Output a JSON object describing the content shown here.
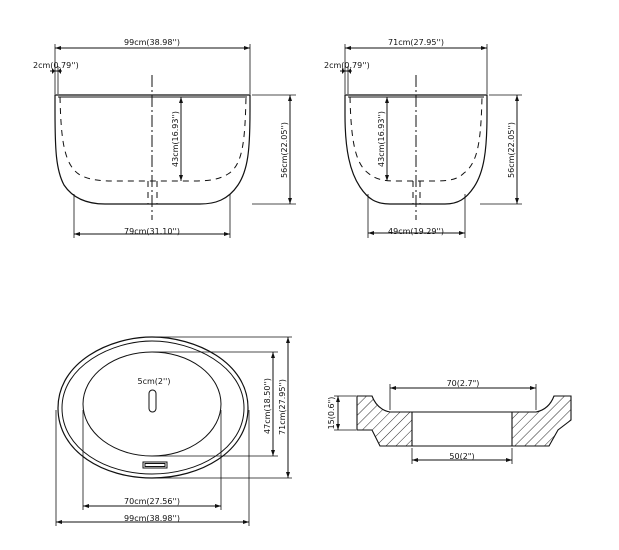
{
  "front_view": {
    "overall_width": "99cm(38.98'')",
    "rim_thickness": "2cm(0.79'')",
    "inner_depth": "43cm(16.93'')",
    "overall_height": "56cm(22.05'')",
    "base_width": "79cm(31.10'')"
  },
  "side_view": {
    "overall_width": "71cm(27.95'')",
    "rim_thickness": "2cm(0.79'')",
    "inner_depth": "43cm(16.93'')",
    "overall_height": "56cm(22.05'')",
    "base_width": "49cm(19.29'')"
  },
  "top_view": {
    "drain_size": "5cm(2'')",
    "inner_width": "47cm(18.50'')",
    "outer_width": "71cm(27.95'')",
    "inner_length": "70cm(27.56'')",
    "outer_length": "99cm(38.98'')"
  },
  "drain_section": {
    "top_width": "70(2.7\")",
    "height": "15(0.6\")",
    "bottom_width": "50(2\")"
  }
}
